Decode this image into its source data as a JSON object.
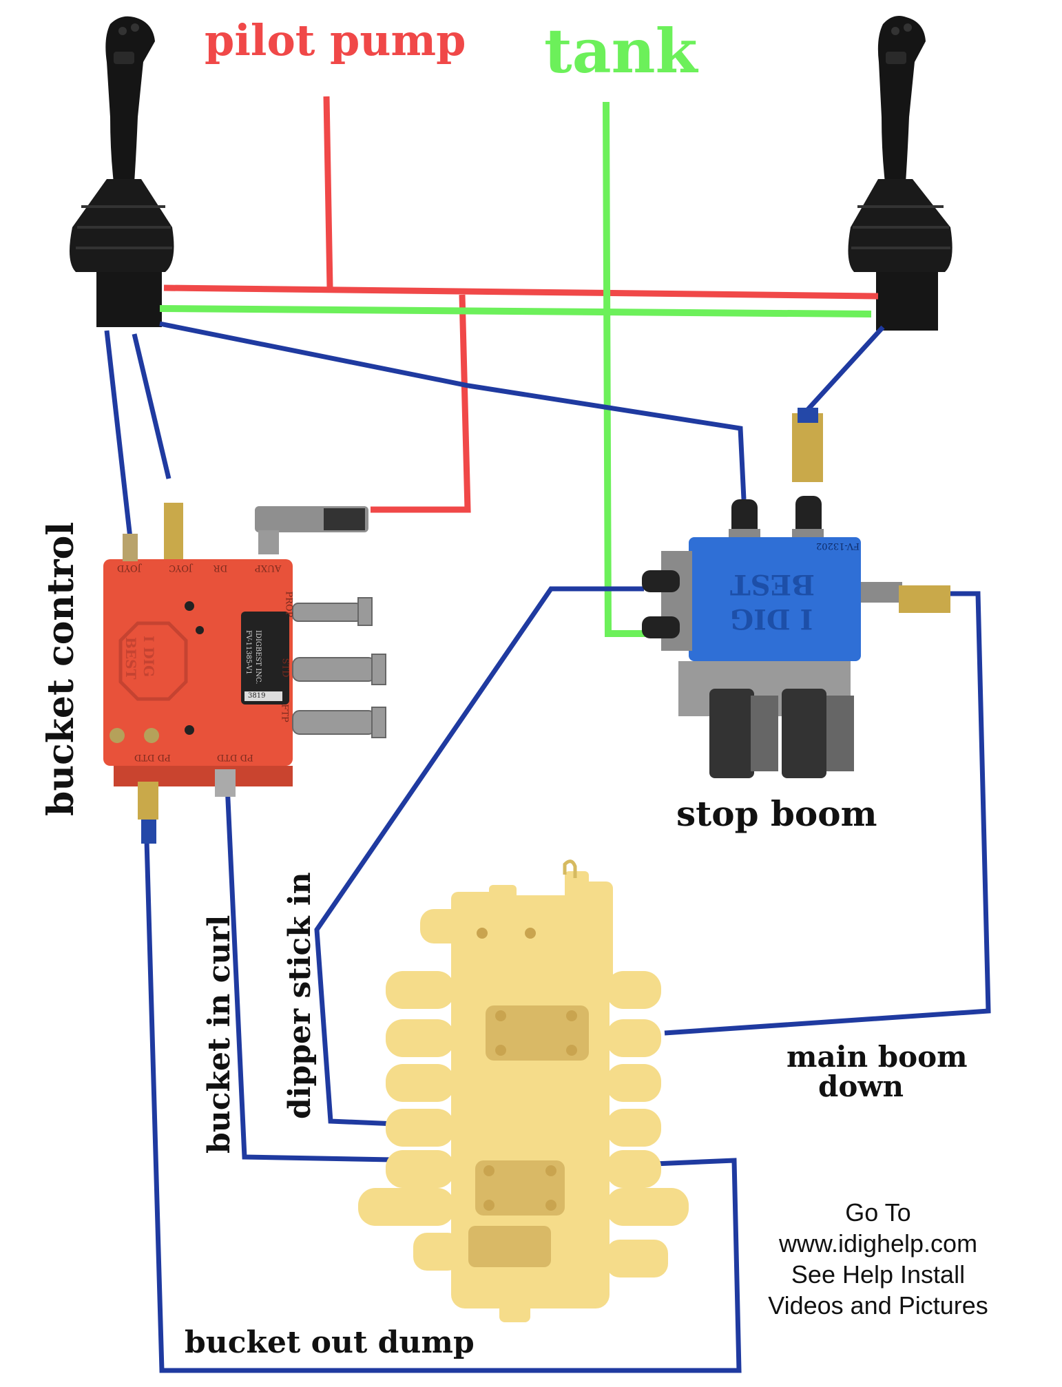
{
  "labels": {
    "pilot_pump": "pilot pump",
    "tank": "tank",
    "bucket_control": "bucket control",
    "stop_boom": "stop boom",
    "main_boom_down_line1": "main boom",
    "main_boom_down_line2": "down",
    "dipper_stick_in": "dipper stick in",
    "bucket_in_curl": "bucket in curl",
    "bucket_out_dump": "bucket out dump"
  },
  "help_note": {
    "line1": "Go To",
    "line2": "www.idighelp.com",
    "line3": "See Help Install",
    "line4": "Videos and Pictures"
  },
  "bucket_valve": {
    "ports_top": [
      "JOYD",
      "JOYC",
      "DR",
      "AUXP"
    ],
    "port_side": "PROP",
    "ports_side_lower": [
      "STD",
      "FTP"
    ],
    "ports_bottom": [
      "PD DTD",
      "PD DTD"
    ],
    "plate_line1": "IDIGBEST INC.",
    "plate_line2": "FV-11385-V1",
    "plate_number": "3819",
    "logo_line1": "I DIG",
    "logo_line2": "BEST"
  },
  "boom_valve": {
    "part_number": "FV-13202",
    "logo_line1": "I DIG",
    "logo_line2": "BEST"
  },
  "colors": {
    "pilot_line": "#f04848",
    "tank_line": "#6cf05a",
    "hose": "#1f3aa0",
    "bucket_valve_body": "#e8523a",
    "boom_valve_body": "#2f6fd6",
    "main_valve_body": "#f5dc8a",
    "joystick": "#111111"
  }
}
